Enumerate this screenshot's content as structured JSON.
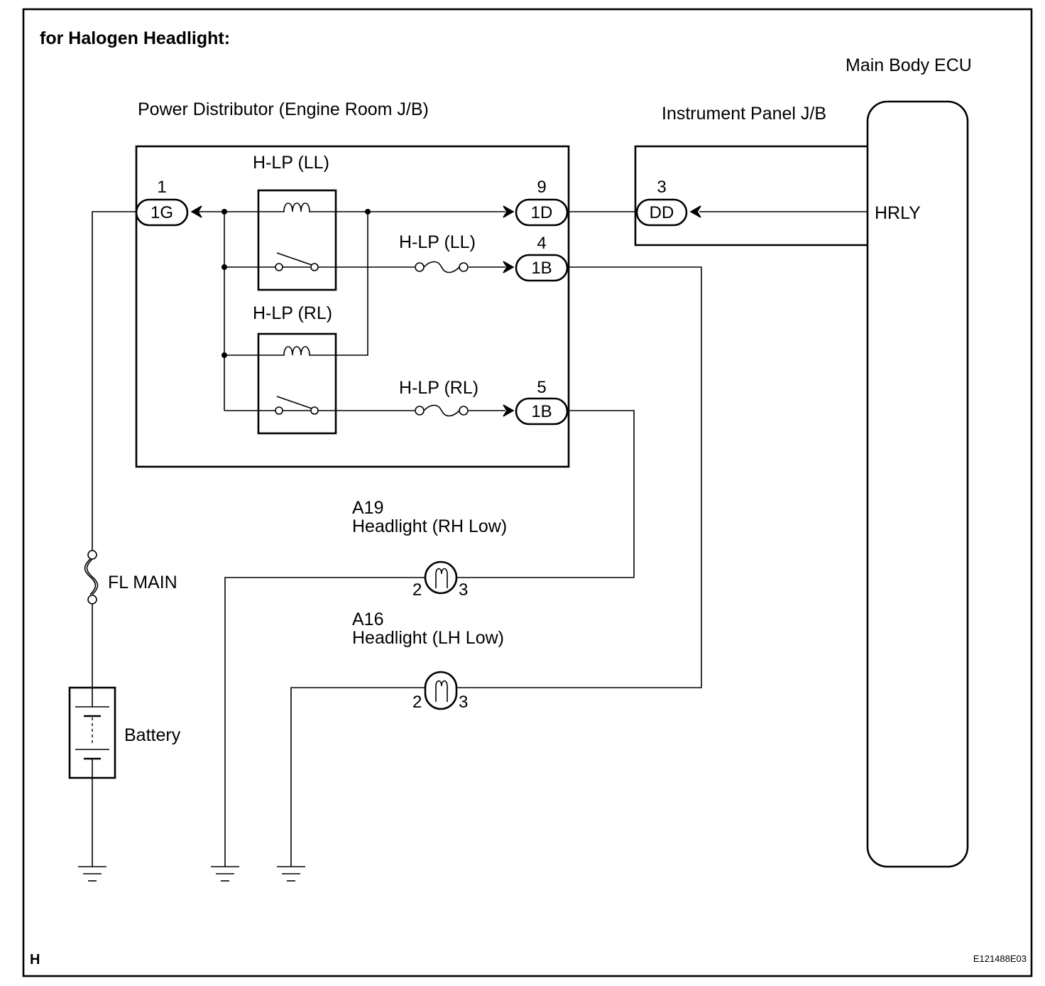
{
  "header": {
    "title": "for Halogen Headlight:"
  },
  "components": {
    "main_body_ecu": "Main Body ECU",
    "power_distributor": "Power Distributor (Engine Room J/B)",
    "instrument_panel_jb": "Instrument Panel J/B",
    "ecu_terminal": "HRLY",
    "relay_ll": "H-LP (LL)",
    "relay_rl": "H-LP (RL)",
    "fuse_ll": "H-LP (LL)",
    "fuse_rl": "H-LP (RL)",
    "fl_main": "FL MAIN",
    "battery": "Battery",
    "headlight_rh_code": "A19",
    "headlight_rh_name": "Headlight (RH Low)",
    "headlight_lh_code": "A16",
    "headlight_lh_name": "Headlight (LH Low)"
  },
  "connectors": {
    "c1g": {
      "pin": "1",
      "code": "1G"
    },
    "c1d": {
      "pin": "9",
      "code": "1D"
    },
    "c1b_ll": {
      "pin": "4",
      "code": "1B"
    },
    "c1b_rl": {
      "pin": "5",
      "code": "1B"
    },
    "cdd": {
      "pin": "3",
      "code": "DD"
    }
  },
  "pins": {
    "rh_left": "2",
    "rh_right": "3",
    "lh_left": "2",
    "lh_right": "3"
  },
  "footer": {
    "corner_mark": "H",
    "image_code": "E121488E03"
  }
}
